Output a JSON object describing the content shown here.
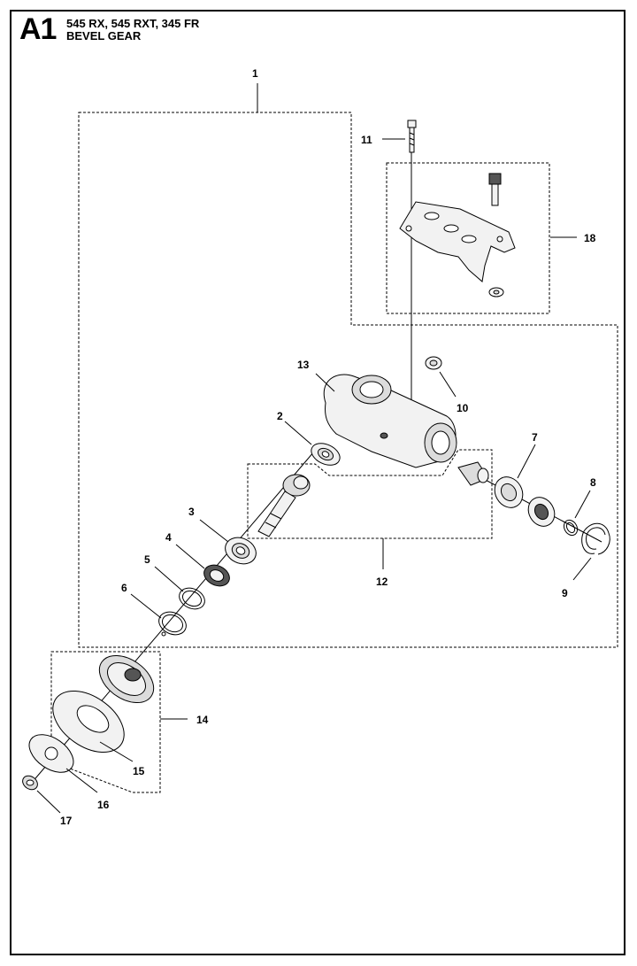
{
  "header": {
    "code": "A1",
    "models": "545 RX, 545 RXT, 345 FR",
    "title": "BEVEL GEAR"
  },
  "callouts": [
    "1",
    "2",
    "3",
    "4",
    "5",
    "6",
    "7",
    "8",
    "9",
    "10",
    "11",
    "12",
    "13",
    "14",
    "15",
    "16",
    "17",
    "18"
  ]
}
